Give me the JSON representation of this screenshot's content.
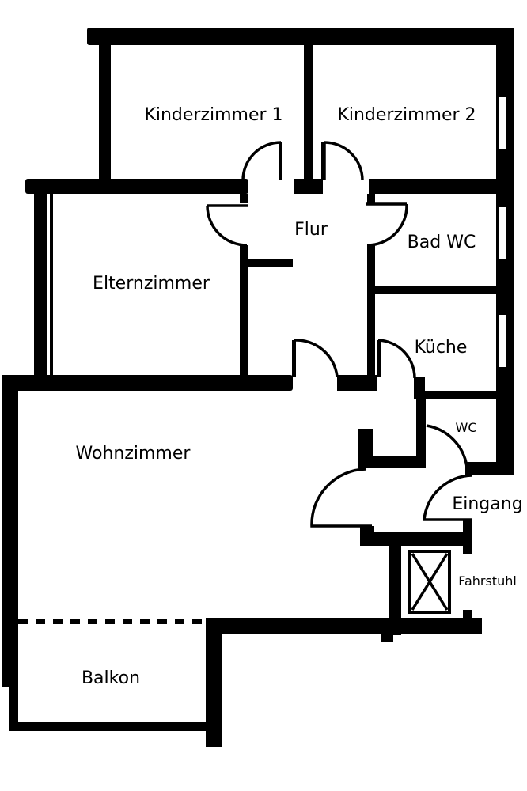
{
  "plan": {
    "type": "floor-plan",
    "wall_color": "#000000",
    "background_color": "#ffffff",
    "rooms": [
      {
        "id": "kinderzimmer-1",
        "label": "Kinderzimmer 1"
      },
      {
        "id": "kinderzimmer-2",
        "label": "Kinderzimmer 2"
      },
      {
        "id": "flur",
        "label": "Flur"
      },
      {
        "id": "bad-wc",
        "label": "Bad WC"
      },
      {
        "id": "elternzimmer",
        "label": "Elternzimmer"
      },
      {
        "id": "kueche",
        "label": "Küche"
      },
      {
        "id": "wc",
        "label": "WC"
      },
      {
        "id": "wohnzimmer",
        "label": "Wohnzimmer"
      },
      {
        "id": "eingang",
        "label": "Eingang"
      },
      {
        "id": "fahrstuhl",
        "label": "Fahrstuhl"
      },
      {
        "id": "balkon",
        "label": "Balkon"
      }
    ]
  }
}
